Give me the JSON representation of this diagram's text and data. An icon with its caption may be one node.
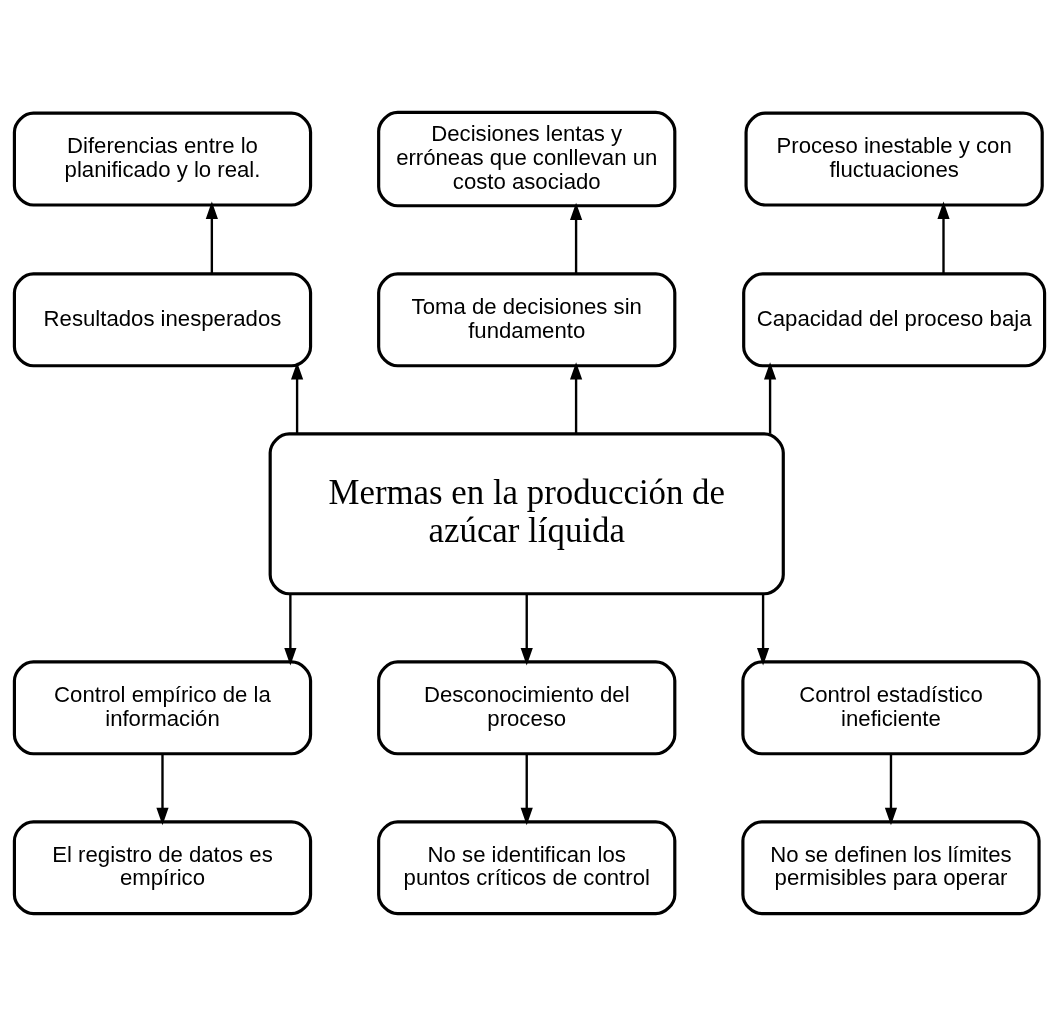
{
  "diagram": {
    "nodes": [
      {
        "text": [
          "Diferencias entre lo planificado y lo real."
        ]
      },
      {
        "text": [
          "Decisiones lentas y erróneas que conllevan un costo asociado"
        ]
      },
      {
        "text": [
          "Proceso inestable y con fluctuaciones"
        ]
      },
      {
        "text": [
          "Resultados inesperados"
        ]
      },
      {
        "text": [
          "Toma de decisiones sin fundamento"
        ]
      },
      {
        "text": [
          "Capacidad del proceso baja"
        ]
      },
      {
        "text": [
          "Mermas en la producción de azúcar líquida"
        ]
      },
      {
        "text": [
          "Control empírico de la información"
        ]
      },
      {
        "text": [
          "Desconocimiento del proceso"
        ]
      },
      {
        "text": [
          "Control estadístico ineficiente"
        ]
      },
      {
        "text": [
          "El registro de datos es empírico"
        ]
      },
      {
        "text": [
          "No se identifican los puntos críticos de control"
        ]
      },
      {
        "text": [
          "No se definen los límites permisibles para operar"
        ]
      }
    ],
    "edges": [
      {
        "from": 6,
        "to": 3,
        "arrow": "to"
      },
      {
        "from": 6,
        "to": 4,
        "arrow": "to"
      },
      {
        "from": 6,
        "to": 5,
        "arrow": "to"
      },
      {
        "from": 3,
        "to": 0,
        "arrow": "to"
      },
      {
        "from": 4,
        "to": 1,
        "arrow": "to"
      },
      {
        "from": 5,
        "to": 2,
        "arrow": "to"
      },
      {
        "from": 6,
        "to": 7,
        "arrow": "to"
      },
      {
        "from": 6,
        "to": 8,
        "arrow": "to"
      },
      {
        "from": 6,
        "to": 9,
        "arrow": "to"
      },
      {
        "from": 7,
        "to": 10,
        "arrow": "to"
      },
      {
        "from": 8,
        "to": 11,
        "arrow": "to"
      },
      {
        "from": 9,
        "to": 12,
        "arrow": "to"
      }
    ]
  }
}
